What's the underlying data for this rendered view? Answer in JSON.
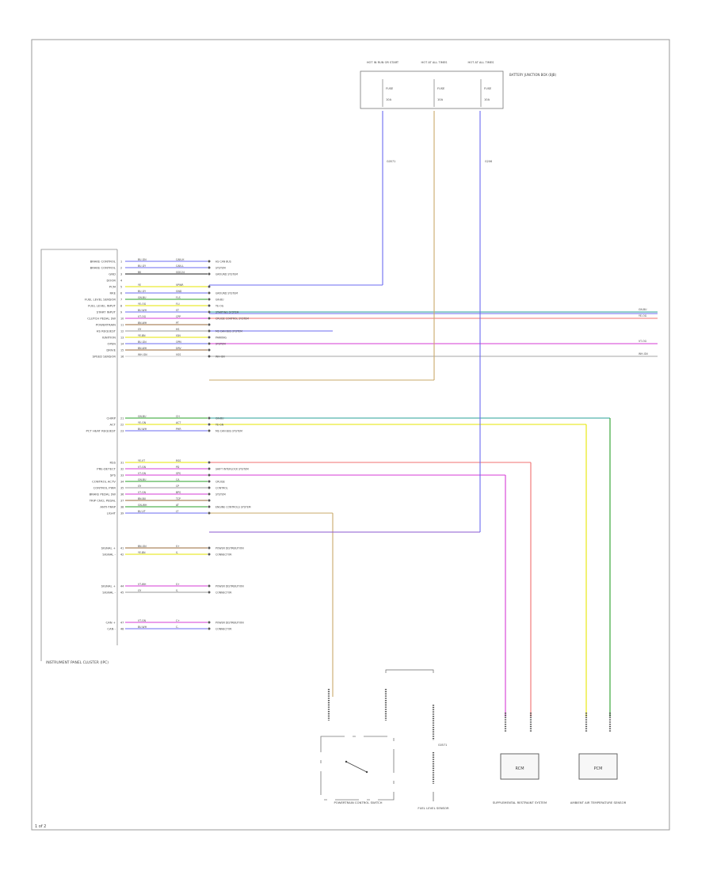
{
  "footer_code": "1 of 2",
  "cluster_label": "INSTRUMENT PANEL CLUSTER (IPC)",
  "fuse_box_label": "BATTERY JUNCTION BOX (BJB)",
  "fuses": [
    {
      "title": "HOT IN RUN OR START",
      "name": "FUSE",
      "value": "10A",
      "wire_label": "G0571"
    },
    {
      "title": "HOT AT ALL TIMES",
      "name": "FUSE",
      "value": "10A",
      "wire_label": ""
    },
    {
      "title": "HOT AT ALL TIMES",
      "name": "FUSE",
      "value": "10A",
      "wire_label": "G206"
    }
  ],
  "pins": [
    {
      "pin": "1",
      "label": "BRAKE CONTROL",
      "color": "BU-GN",
      "circuit": "CAN-H",
      "dest": "HS CAN BUS"
    },
    {
      "pin": "2",
      "label": "BRAKE CONTROL",
      "color": "BU-GY",
      "circuit": "CAN-L",
      "dest": "SYSTEM"
    },
    {
      "pin": "3",
      "label": "GND",
      "color": "BK",
      "circuit": "GD124",
      "dest": "GROUND SYSTEM"
    },
    {
      "pin": "4",
      "label": "DOOR",
      "color": "",
      "circuit": "",
      "dest": ""
    },
    {
      "pin": "5",
      "label": "PCM",
      "color": "YE",
      "circuit": "VPWR",
      "dest": ""
    },
    {
      "pin": "6",
      "label": "RKE",
      "color": "BU-GY",
      "circuit": "GND",
      "dest": "GROUND SYSTEM"
    },
    {
      "pin": "7",
      "label": "FUEL LEVEL SENSOR",
      "color": "GN-BU",
      "circuit": "FLS",
      "dest": "GN-BU"
    },
    {
      "pin": "8",
      "label": "FUEL LEVEL INPUT",
      "color": "YE-OG",
      "circuit": "FLI",
      "dest": "YE-OG"
    },
    {
      "pin": "9",
      "label": "START INPUT",
      "color": "BU-WH",
      "circuit": "ST",
      "dest": "STARTING SYSTEM"
    },
    {
      "pin": "10",
      "label": "CLUTCH PEDAL SW",
      "color": "VT-OG",
      "circuit": "CPP",
      "dest": "CRUISE CONTROL SYSTEM"
    },
    {
      "pin": "11",
      "label": "POWERTRAIN",
      "color": "BN-WH",
      "circuit": "PT",
      "dest": ""
    },
    {
      "pin": "12",
      "label": "HS REQUEST",
      "color": "GY",
      "circuit": "HS",
      "dest": "MS CAN BUS SYSTEM"
    },
    {
      "pin": "13",
      "label": "IGNITION",
      "color": "YE-BN",
      "circuit": "IGN",
      "dest": "PARKING"
    },
    {
      "pin": "14",
      "label": "OPEN",
      "color": "BU-GN",
      "circuit": "OPN",
      "dest": "SYSTEM"
    },
    {
      "pin": "15",
      "label": "DRIVE",
      "color": "BN-WH",
      "circuit": "DRV",
      "dest": ""
    },
    {
      "pin": "16",
      "label": "SPEED SENSOR",
      "color": "WH-GN",
      "circuit": "VSS",
      "dest": "WH-GN"
    },
    {
      "pin": "21",
      "label": "CHIRP",
      "color": "GN-BU",
      "circuit": "CH",
      "dest": "GN-BU"
    },
    {
      "pin": "22",
      "label": "ACT",
      "color": "YE-GN",
      "circuit": "ACT",
      "dest": "YE-GN"
    },
    {
      "pin": "23",
      "label": "PCT HEAT REQUEST",
      "color": "BU-WH",
      "circuit": "PHR",
      "dest": "MS CAN BUS SYSTEM"
    },
    {
      "pin": "31",
      "label": "RSS",
      "color": "YE-VT",
      "circuit": "RSS",
      "dest": ""
    },
    {
      "pin": "32",
      "label": "PRE-DETECT",
      "color": "VT-GN",
      "circuit": "PD",
      "dest": "SHIFT INTERLOCK SYSTEM"
    },
    {
      "pin": "33",
      "label": "SPS",
      "color": "VT-GN",
      "circuit": "SPS",
      "dest": ""
    },
    {
      "pin": "34",
      "label": "CONTROL ACTV",
      "color": "GN-BU",
      "circuit": "CA",
      "dest": "CRUISE"
    },
    {
      "pin": "35",
      "label": "CONTROL PWR",
      "color": "GY",
      "circuit": "CP",
      "dest": "CONTROL"
    },
    {
      "pin": "36",
      "label": "BRAKE PEDAL SW",
      "color": "VT-GN",
      "circuit": "BPS",
      "dest": "SYSTEM"
    },
    {
      "pin": "37",
      "label": "TRIP CNCL PEDAL",
      "color": "BN-BU",
      "circuit": "TCP",
      "dest": ""
    },
    {
      "pin": "38",
      "label": "ANTI-TRAP",
      "color": "GN-WH",
      "circuit": "AT",
      "dest": "ENGINE CONTROLS SYSTEM"
    },
    {
      "pin": "39",
      "label": "LIGHT",
      "color": "BU-VT",
      "circuit": "LT",
      "dest": ""
    },
    {
      "pin": "41",
      "label": "SIGNAL +",
      "color": "BN-GN",
      "circuit": "S+",
      "dest": "POWER DISTRIBUTION"
    },
    {
      "pin": "42",
      "label": "SIGNAL -",
      "color": "YE-BN",
      "circuit": "S-",
      "dest": "CONNECTOR"
    },
    {
      "pin": "44",
      "label": "SIGNAL +",
      "color": "VT-WH",
      "circuit": "S+",
      "dest": "POWER DISTRIBUTION"
    },
    {
      "pin": "45",
      "label": "SIGNAL -",
      "color": "GY",
      "circuit": "S-",
      "dest": "CONNECTOR"
    },
    {
      "pin": "47",
      "label": "CAN +",
      "color": "VT-GN",
      "circuit": "C+",
      "dest": "POWER DISTRIBUTION"
    },
    {
      "pin": "48",
      "label": "CAN -",
      "color": "BU-WH",
      "circuit": "C-",
      "dest": "CONNECTOR"
    }
  ],
  "side_labels": [
    "GN-BU",
    "YE-OG",
    "VT-OG",
    "WH-GN"
  ],
  "bottom_components": [
    {
      "label": "POWERTRAIN CONTROL SWITCH",
      "id": "switch"
    },
    {
      "label": "FUEL LEVEL SENSOR",
      "id": "gnd",
      "wire_label": "G0571"
    },
    {
      "label": "SUPPLEMENTAL RESTRAINT SYSTEM",
      "id": "srs-left",
      "box_text": "RCM"
    },
    {
      "label": "AMBIENT AIR TEMPERATURE SENSOR",
      "id": "srs-right",
      "box_text": "PCM"
    }
  ]
}
